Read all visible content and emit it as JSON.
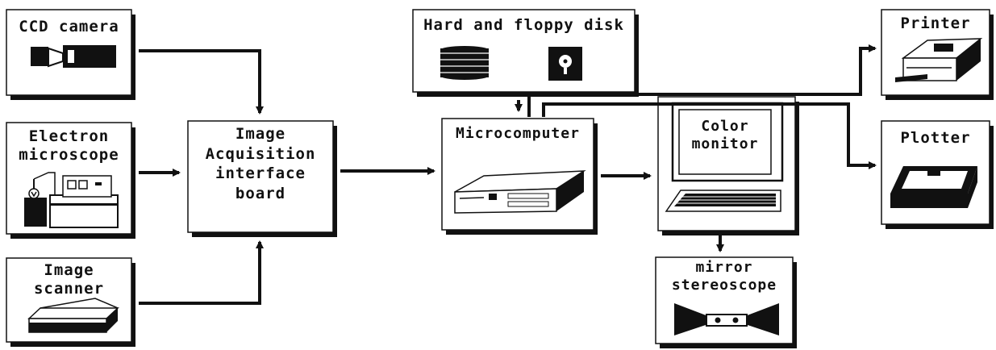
{
  "diagram": {
    "nodes": {
      "ccd_camera": {
        "label": "CCD camera"
      },
      "electron_microscope": {
        "label": "Electron\nmicroscope"
      },
      "image_scanner": {
        "label": "Image\nscanner"
      },
      "acquisition_board": {
        "label": "Image\nAcquisition\ninterface\nboard"
      },
      "storage": {
        "label": "Hard and floppy disk"
      },
      "microcomputer": {
        "label": "Microcomputer"
      },
      "color_monitor": {
        "label": "Color\nmonitor"
      },
      "stereoscope": {
        "label": "mirror\nstereoscope"
      },
      "printer": {
        "label": "Printer"
      },
      "plotter": {
        "label": "Plotter"
      }
    },
    "edges": [
      {
        "from": "ccd_camera",
        "to": "acquisition_board"
      },
      {
        "from": "electron_microscope",
        "to": "acquisition_board"
      },
      {
        "from": "image_scanner",
        "to": "acquisition_board"
      },
      {
        "from": "acquisition_board",
        "to": "microcomputer"
      },
      {
        "from": "storage",
        "to": "microcomputer"
      },
      {
        "from": "microcomputer",
        "to": "color_monitor"
      },
      {
        "from": "color_monitor",
        "to": "stereoscope"
      },
      {
        "from": "microcomputer",
        "to": "printer"
      },
      {
        "from": "microcomputer",
        "to": "plotter"
      }
    ]
  }
}
